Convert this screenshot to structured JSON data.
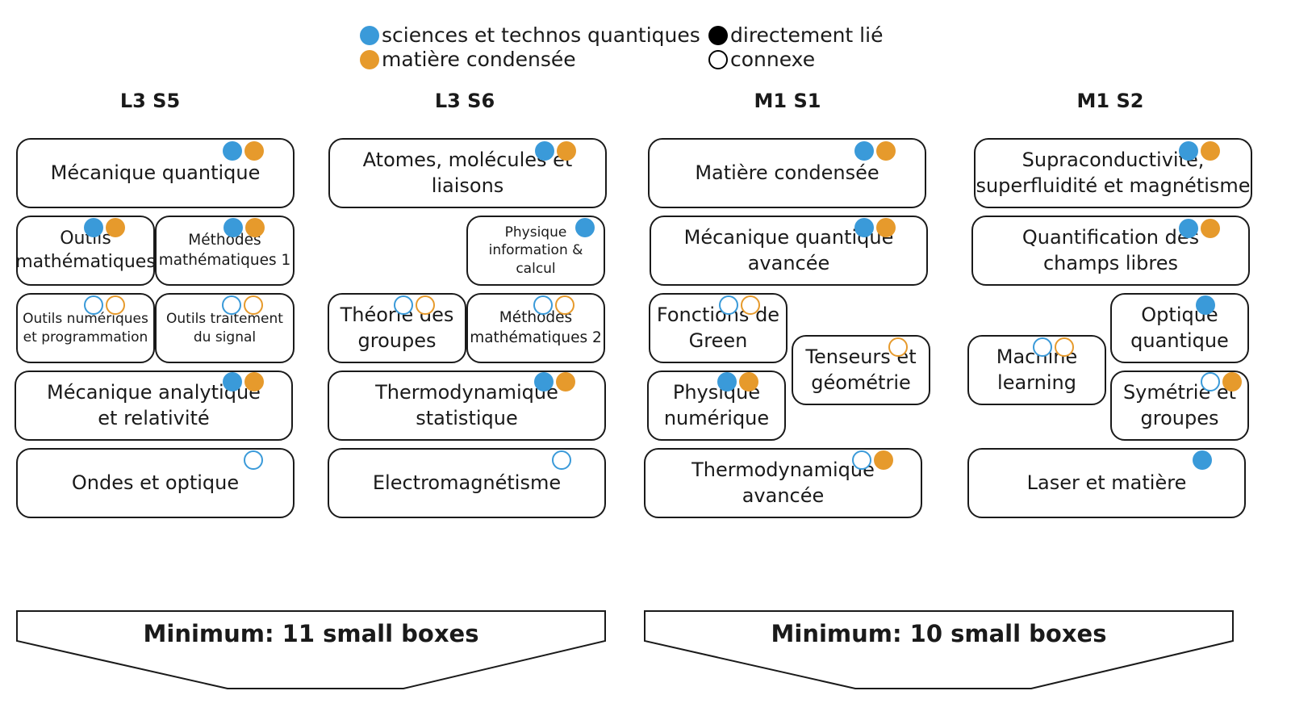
{
  "legend": {
    "quantum": "sciences et technos quantiques",
    "condensed": "matière condensée",
    "direct": "directement lié",
    "related": "connexe"
  },
  "colors": {
    "blue": "#3a9ad9",
    "orange": "#e69a2c",
    "black": "#000000"
  },
  "columns": [
    "L3 S5",
    "L3 S6",
    "M1 S1",
    "M1 S2"
  ],
  "courses": {
    "mecanique_quantique": "Mécanique quantique",
    "outils_math": "Outils\nmathématiques",
    "methodes_math_1": "Méthodes\nmathématiques 1",
    "outils_numeriques": "Outils numériques\net programmation",
    "outils_signal": "Outils traitement\ndu signal",
    "mecanique_analytique": "Mécanique analytique\net relativité",
    "ondes_optique": "Ondes et optique",
    "atomes": "Atomes, molécules et liaisons",
    "physique_info": "Physique\ninformation & calcul",
    "theorie_groupes": "Théorie des\ngroupes",
    "methodes_math_2": "Méthodes\nmathématiques 2",
    "thermo_stat": "Thermodynamique\nstatistique",
    "electromagnetisme": "Electromagnétisme",
    "matiere_condensee": "Matière condensée",
    "meca_q_avancee": "Mécanique quantique\navancée",
    "fonctions_green": "Fonctions de\nGreen",
    "tenseurs": "Tenseurs et\ngéométrie",
    "physique_numerique": "Physique\nnumérique",
    "thermo_avancee": "Thermodynamique\navancée",
    "supraconductivite": "Supraconductivité,\nsuperfluidité et magnétisme",
    "quantification": "Quantification des\nchamps libres",
    "optique_quantique": "Optique\nquantique",
    "machine_learning": "Machine\nlearning",
    "symetrie_groupes": "Symétrie et\ngroupes",
    "laser_matiere": "Laser et matière"
  },
  "banners": {
    "left": "Minimum: 11 small boxes",
    "right": "Minimum: 10 small boxes"
  }
}
